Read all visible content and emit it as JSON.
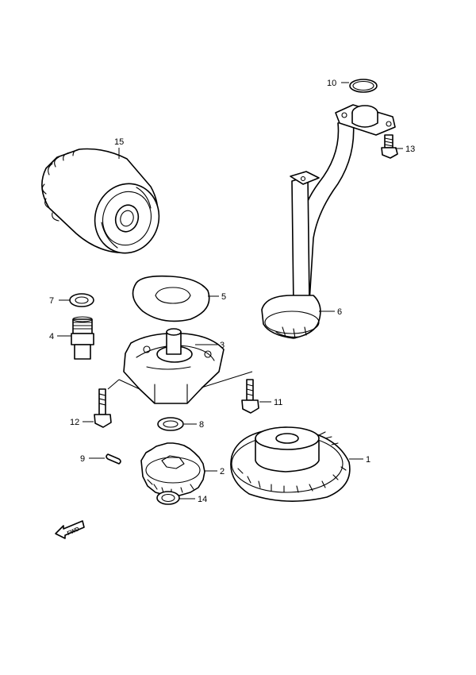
{
  "callouts": {
    "c1": "1",
    "c2": "2",
    "c3": "3",
    "c4": "4",
    "c5": "5",
    "c6": "6",
    "c7": "7",
    "c8": "8",
    "c9": "9",
    "c10": "10",
    "c11": "11",
    "c12": "12",
    "c13": "13",
    "c14": "14",
    "c15": "15"
  },
  "fwd_label": "FWD"
}
